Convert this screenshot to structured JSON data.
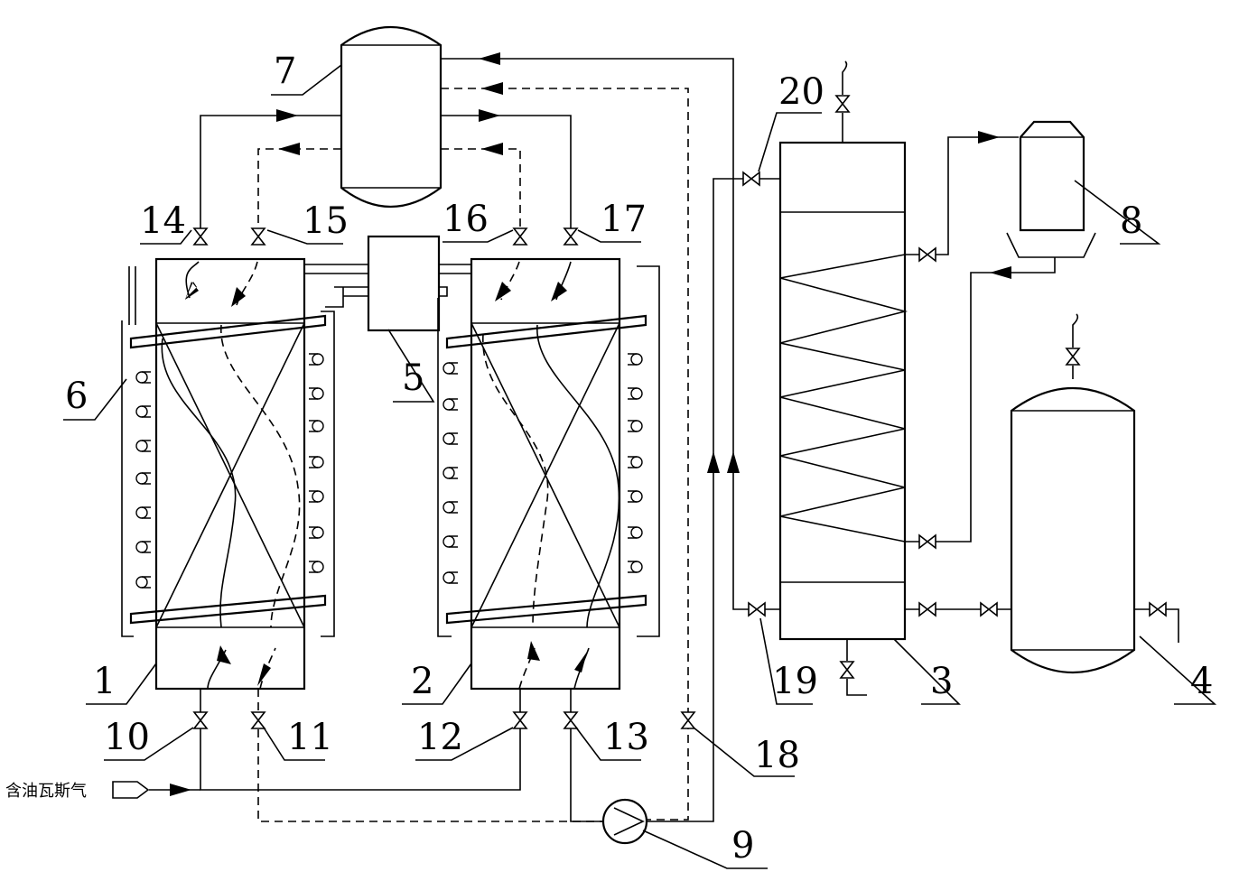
{
  "labels": {
    "bed_1": "1",
    "bed_2": "2",
    "column_3": "3",
    "tank_4": "4",
    "unit_5": "5",
    "heater_6": "6",
    "vessel_7": "7",
    "condenser_8": "8",
    "pump_9": "9",
    "valve_10": "10",
    "valve_11": "11",
    "valve_12": "12",
    "valve_13": "13",
    "valve_14": "14",
    "valve_15": "15",
    "valve_16": "16",
    "valve_17": "17",
    "valve_18": "18",
    "valve_19": "19",
    "valve_20": "20"
  },
  "inlet_label": "含油瓦斯气"
}
